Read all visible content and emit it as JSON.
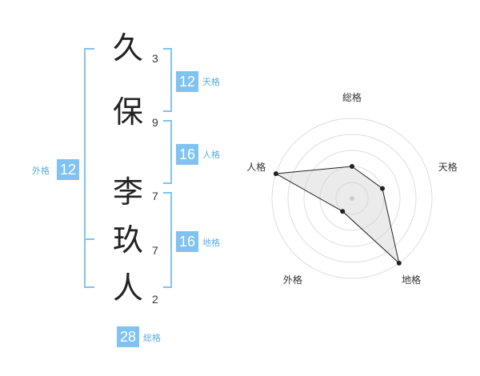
{
  "name_chars": [
    {
      "char": "久",
      "strokes": "3"
    },
    {
      "char": "保",
      "strokes": "9"
    },
    {
      "char": "李",
      "strokes": "7"
    },
    {
      "char": "玖",
      "strokes": "7"
    },
    {
      "char": "人",
      "strokes": "2"
    }
  ],
  "kakusu": {
    "tenkaku": {
      "value": "12",
      "label": "天格"
    },
    "jinkaku": {
      "value": "16",
      "label": "人格"
    },
    "chikaku": {
      "value": "16",
      "label": "地格"
    },
    "gaikaku": {
      "value": "12",
      "label": "外格"
    },
    "soukaku": {
      "value": "28",
      "label": "総格"
    }
  },
  "colors": {
    "accent": "#7ec3f2",
    "accent_text": "#5aaee6"
  },
  "chart_data": {
    "type": "radar",
    "axes": [
      "総格",
      "天格",
      "地格",
      "外格",
      "人格"
    ],
    "values": [
      2,
      2,
      5,
      1,
      5
    ],
    "range": [
      0,
      5
    ],
    "grid_rings": 5
  }
}
